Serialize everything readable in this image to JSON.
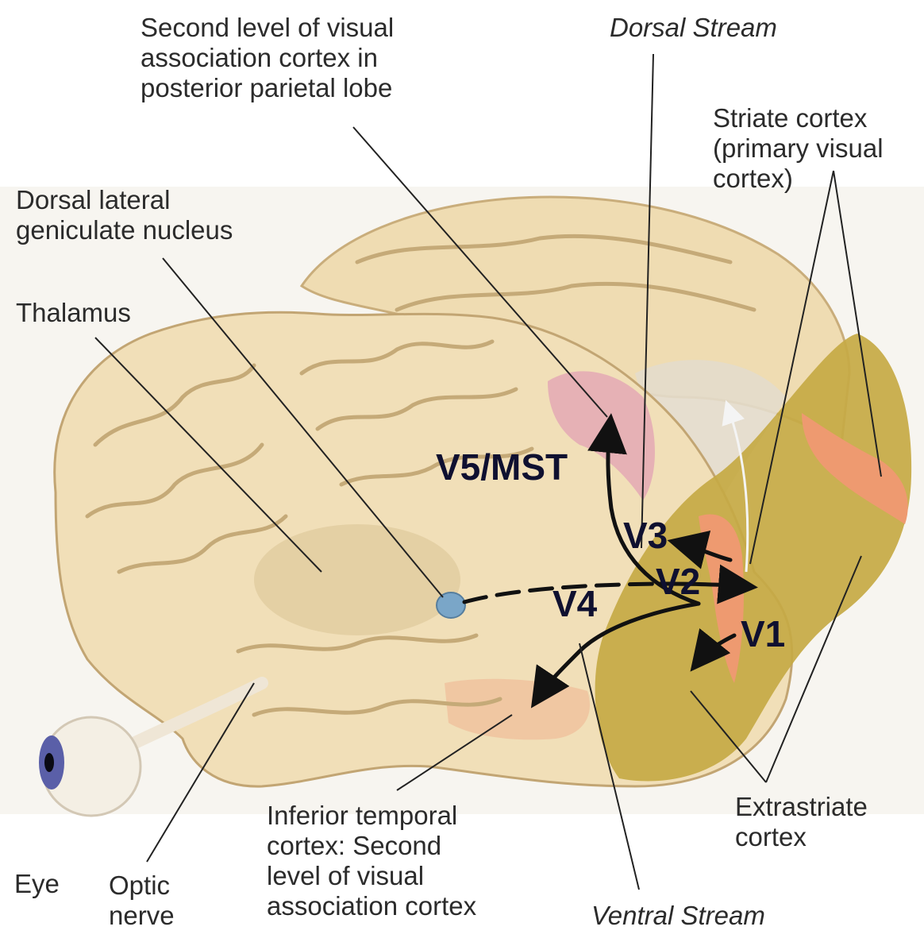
{
  "labels": {
    "second_level_parietal": "Second level of visual\nassociation cortex in\nposterior parietal lobe",
    "dorsal_stream": "Dorsal Stream",
    "striate_cortex": "Striate cortex\n(primary visual\ncortex)",
    "dorsal_lgn": "Dorsal lateral\ngeniculate nucleus",
    "thalamus": "Thalamus",
    "inferior_temporal": "Inferior temporal\ncortex: Second\nlevel of visual\nassociation cortex",
    "extrastriate": "Extrastriate\ncortex",
    "eye": "Eye",
    "optic_nerve": "Optic\nnerve",
    "ventral_stream": "Ventral Stream"
  },
  "areas": {
    "v5": "V5/MST",
    "v3": "V3",
    "v2": "V2",
    "v4": "V4",
    "v1": "V1"
  },
  "colors": {
    "brain": "#f1dfb8",
    "brain_shadow": "#d9c294",
    "gyrus_line": "#b89d6c",
    "occipital": "#c2a640",
    "striate": "#ee9a70",
    "parietal_pink": "#e4a9b4",
    "temporal_peach": "#f0c4a0",
    "lgn_blue": "#7aa6c8",
    "arrow": "#111111",
    "leader_line": "#222222",
    "eye_iris": "#5a5fa8"
  }
}
